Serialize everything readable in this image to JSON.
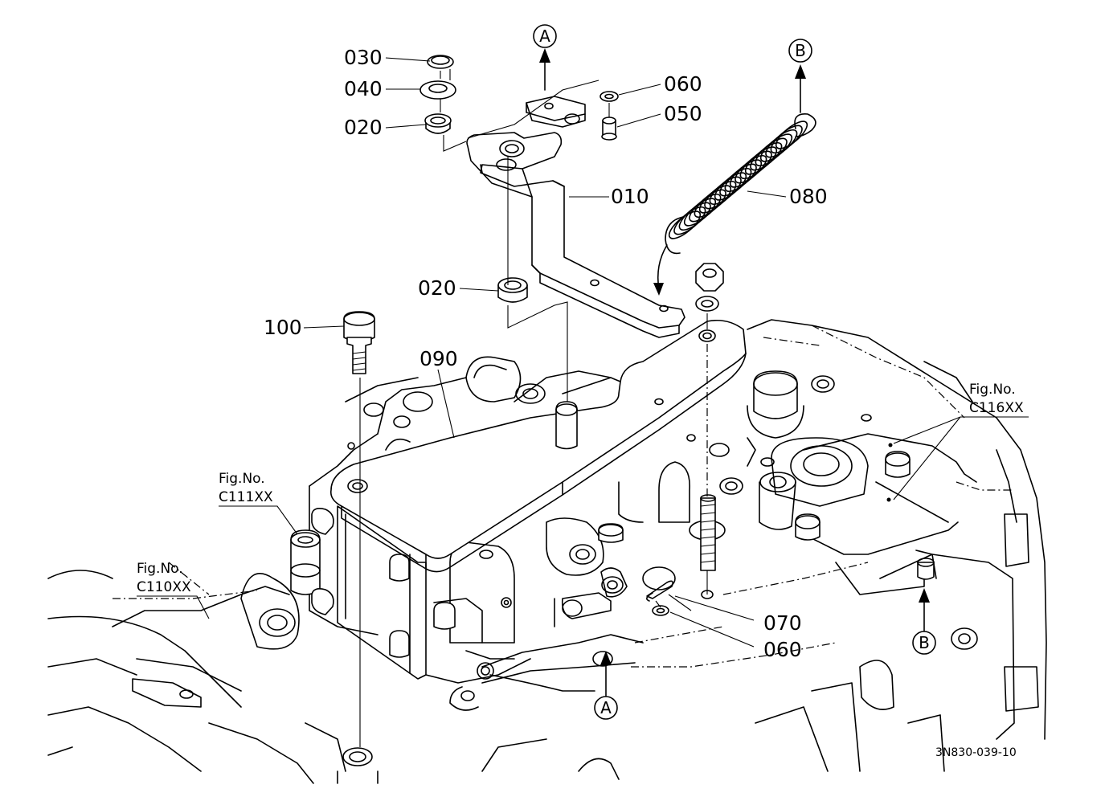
{
  "drawing_code": "3N830-039-10",
  "parts": {
    "p030": "030",
    "p040": "040",
    "p020_top": "020",
    "p060_top": "060",
    "p050": "050",
    "p010": "010",
    "p080": "080",
    "p020_mid": "020",
    "p100": "100",
    "p090": "090",
    "p070": "070",
    "p060_bot": "060"
  },
  "refs": {
    "a_top": "A",
    "b_top": "B",
    "a_bot": "A",
    "b_bot": "B"
  },
  "figs": {
    "c116_line1": "Fig.No.",
    "c116_line2": "C116XX",
    "c111_line1": "Fig.No.",
    "c111_line2": "C111XX",
    "c110_line1": "Fig.No.",
    "c110_line2": "C110XX"
  }
}
